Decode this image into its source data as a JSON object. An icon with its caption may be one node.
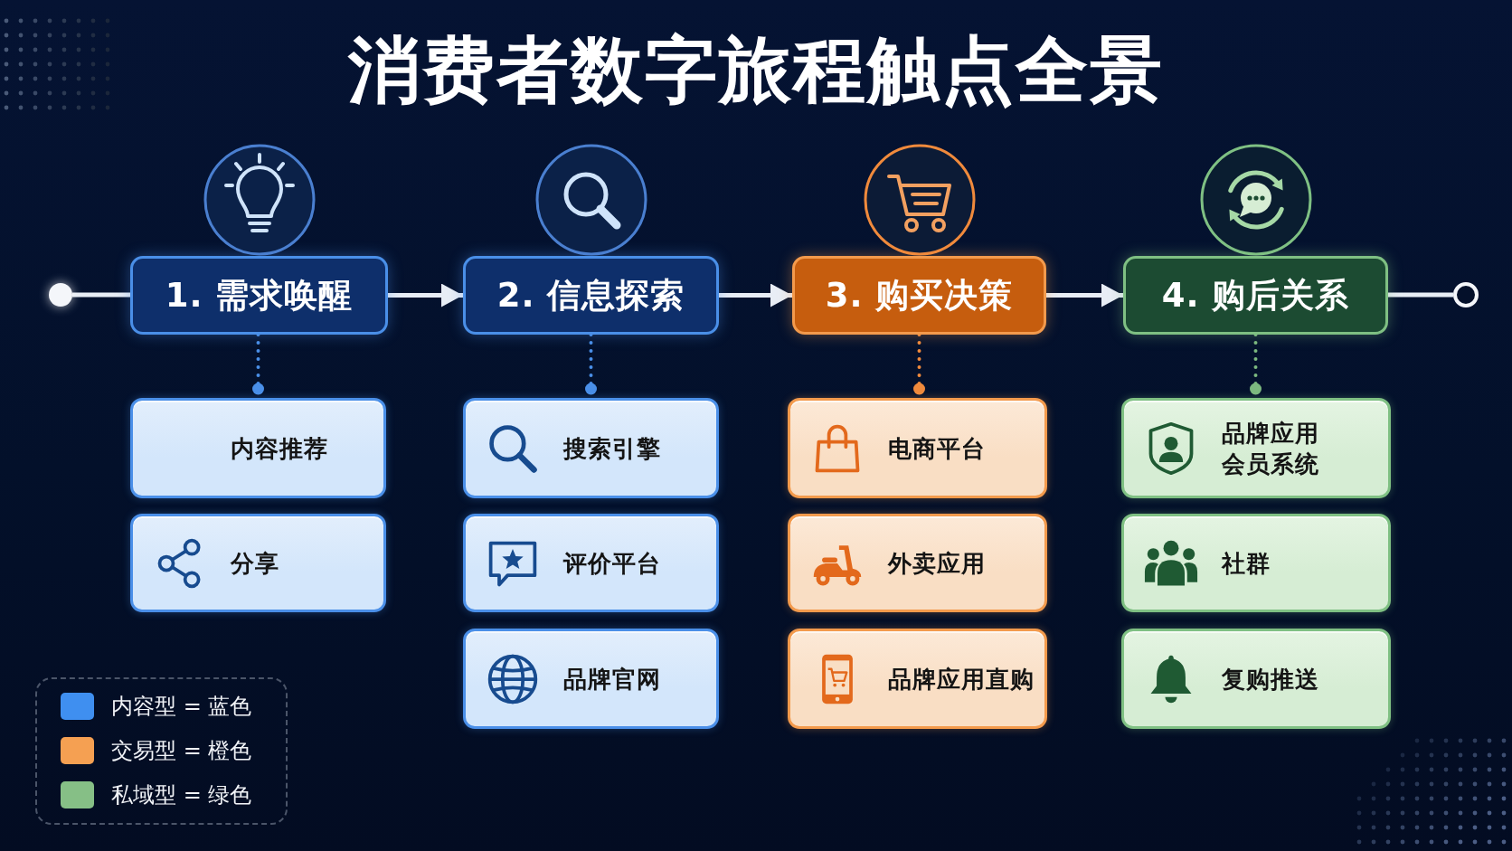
{
  "diagram": {
    "title": "消费者数字旅程触点全景",
    "nodes": [
      {
        "text": [],
        "shape": "circle"
      },
      {
        "text": [
          "1. 需求唤醒"
        ]
      },
      {
        "text": [
          "2. 信息探索"
        ]
      },
      {
        "text": [
          "3. 购买决策"
        ]
      },
      {
        "text": [
          "4. 购后关系"
        ]
      },
      {
        "text": [],
        "shape": "circle"
      },
      {
        "text": [
          "内容推荐"
        ]
      },
      {
        "text": [
          "分享"
        ]
      },
      {
        "text": [
          "搜索引擎"
        ]
      },
      {
        "text": [
          "评价平台"
        ]
      },
      {
        "text": [
          "品牌官网"
        ]
      },
      {
        "text": [
          "电商平台"
        ]
      },
      {
        "text": [
          "外卖应用"
        ]
      },
      {
        "text": [
          "品牌应用直购"
        ]
      },
      {
        "text": [
          "品牌应用会员系统"
        ]
      },
      {
        "text": [
          "社群"
        ]
      },
      {
        "text": [
          "复购推送"
        ]
      }
    ],
    "edges": [
      {
        "from": 0,
        "to": 1,
        "arrow": "none"
      },
      {
        "from": 1,
        "to": 2,
        "arrow": "to"
      },
      {
        "from": 2,
        "to": 3,
        "arrow": "to"
      },
      {
        "from": 3,
        "to": 4,
        "arrow": "to"
      },
      {
        "from": 4,
        "to": 5,
        "arrow": "none"
      },
      {
        "from": 1,
        "to": 6,
        "arrow": "other",
        "style": "dashed",
        "color": "#4a8fe8"
      },
      {
        "from": 2,
        "to": 8,
        "arrow": "other",
        "style": "dashed",
        "color": "#4a8fe8"
      },
      {
        "from": 3,
        "to": 11,
        "arrow": "other",
        "style": "dashed",
        "color": "#f08a3c"
      },
      {
        "from": 4,
        "to": 14,
        "arrow": "other",
        "style": "dashed",
        "color": "#7cb87f"
      }
    ],
    "legend": [
      {
        "text": "内容型 = 蓝色",
        "color": "#3f8ff0"
      },
      {
        "text": "交易型 = 橙色",
        "color": "#f5a052"
      },
      {
        "text": "私域型 = 绿色",
        "color": "#86bf86"
      }
    ]
  }
}
